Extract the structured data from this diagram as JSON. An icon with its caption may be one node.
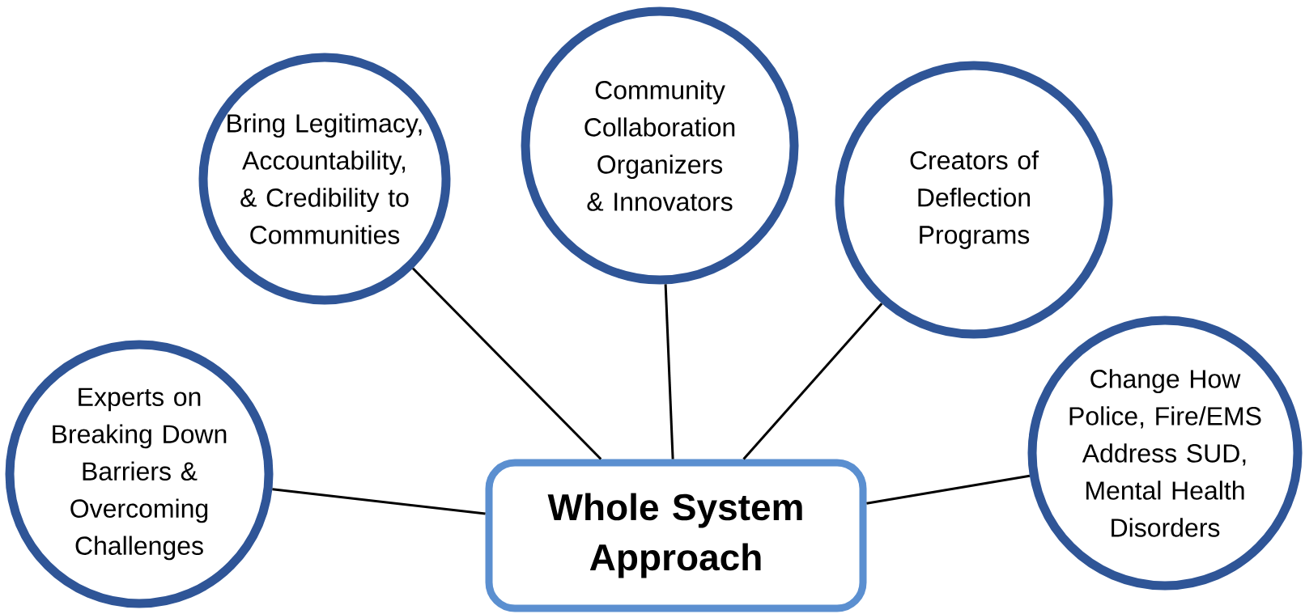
{
  "diagram": {
    "nodes": [
      {
        "text": [
          "Experts on Breaking Down Barriers & Overcoming Challenges"
        ]
      },
      {
        "text": [
          "Bring Legitimacy, Accountability, & Credibility to Communities"
        ]
      },
      {
        "text": [
          "Community Collaboration Organizers & Innovators"
        ]
      },
      {
        "text": [
          "Creators of Deflection Programs"
        ]
      },
      {
        "text": [
          "Change How Police, Fire/EMS Address SUD, Mental Health Disorders"
        ]
      },
      {
        "text": [
          "Whole System Approach"
        ]
      }
    ],
    "edges": [
      {
        "from": 5,
        "to": 0,
        "arrow": "none"
      },
      {
        "from": 5,
        "to": 1,
        "arrow": "none"
      },
      {
        "from": 5,
        "to": 2,
        "arrow": "none"
      },
      {
        "from": 5,
        "to": 3,
        "arrow": "none"
      },
      {
        "from": 5,
        "to": 4,
        "arrow": "none"
      }
    ]
  }
}
